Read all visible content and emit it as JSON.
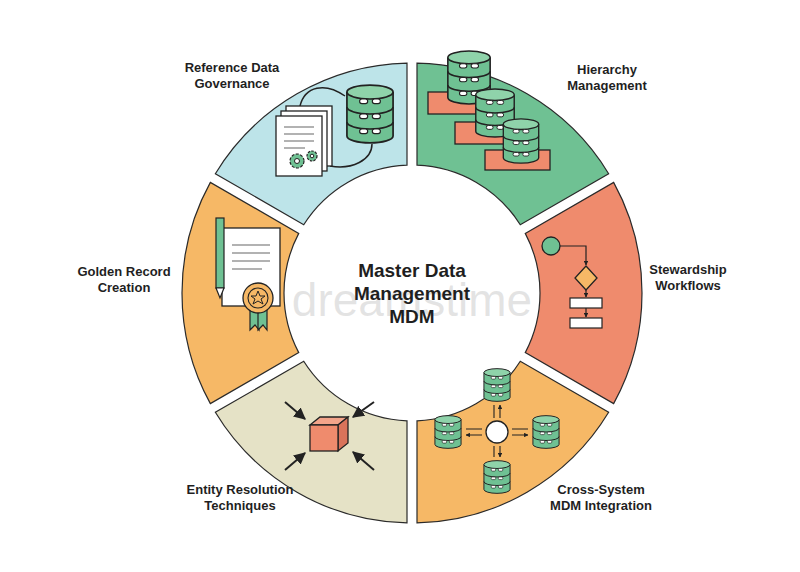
{
  "diagram": {
    "title": "Master Data Management MDM",
    "nodes": [
      {
        "text": [
          "Reference Data Governance"
        ]
      },
      {
        "text": [
          "Hierarchy Management"
        ]
      },
      {
        "text": [
          "Golden Record Creation"
        ]
      },
      {
        "text": [
          "Stewardship Workflows"
        ]
      },
      {
        "text": [
          "Entity Resolution Techniques"
        ]
      },
      {
        "text": [
          "Cross-System MDM Integration"
        ]
      }
    ],
    "labels": [
      "dreamstime"
    ]
  }
}
